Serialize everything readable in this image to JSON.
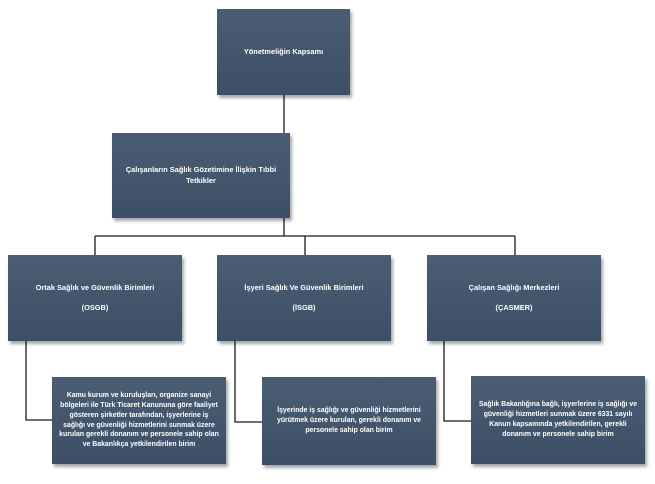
{
  "root": {
    "label": "Yönetmeliğin Kapsamı"
  },
  "assistant": {
    "label": "Çalışanların Sağlık Gözetimine İlişkin Tıbbi Tetkikler"
  },
  "units": [
    {
      "title": "Ortak Sağlık ve Güvenlik Birimleri",
      "abbr": "(OSGB)",
      "description": "Kamu kurum ve kuruluşları, organize sanayi bölgeleri ile Türk Ticaret Kanununa göre faaliyet gösteren şirketler tarafından, işyerlerine iş sağlığı ve güvenliği hizmetlerini sunmak üzere kurulan gerekli donanım ve personele sahip olan ve Bakanlıkça yetkilendirilen birim"
    },
    {
      "title": "İşyeri Sağlık Ve Güvenlik Birimleri",
      "abbr": "(İSGB)",
      "description": "İşyerinde iş sağlığı ve güvenliği hizmetlerini yürütmek üzere kurulan, gerekli donanım ve personele sahip olan birim"
    },
    {
      "title": "Çalışan Sağlığı Merkezleri",
      "abbr": "(ÇASMER)",
      "description": "Sağlık Bakanlığına bağlı, işyerlerine iş sağlığı ve güvenliği hizmetleri sunmak üzere 6331 sayılı Kanun kapsamında yetkilendirilen, gerekli donanım ve personele sahip birim"
    }
  ]
}
